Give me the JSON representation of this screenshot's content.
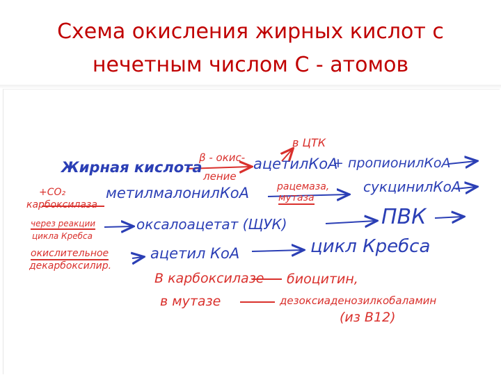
{
  "title": {
    "line1": "Схема окисления жирных кислот с",
    "line2": "нечетным числом С - атомов"
  },
  "colors": {
    "title": "#c00000",
    "ink_blue": "#2b3fb5",
    "ink_red": "#d9302c"
  },
  "scheme": {
    "fatty_acid": "Жирная кислота",
    "beta_ox_1": "β - окис-",
    "beta_ox_2": "ление",
    "acetyl_coa_1": "ацетилКоА",
    "plus_propionyl": "+ пропионилКоА",
    "to_tca": "в ЦТК",
    "methylmalonyl": "метилмалонилКоА",
    "racemase": "рацемаза,",
    "mutase": "мутаза",
    "succinyl": "сукцинилКоА",
    "plus_co2": "+СО₂",
    "carboxylase": "карбоксилаза",
    "via_reactions_1": "через реакции",
    "via_reactions_2": "цикла Кребса",
    "oxaloacetate": "оксалоацетат (ЩУК)",
    "pvk": "ПВК",
    "oxidative_1": "окислительное",
    "oxidative_2": "декарбоксилир.",
    "acetyl_coa_2": "ацетил КоА",
    "krebs": "цикл Кребса",
    "in_carboxylase": "В карбоксилазе",
    "biocytin": "биоцитин,",
    "in_mutase": "в мутазе",
    "deoxyadenosyl": "дезоксиаденозилкобаламин",
    "from_b12": "(из В12)"
  }
}
